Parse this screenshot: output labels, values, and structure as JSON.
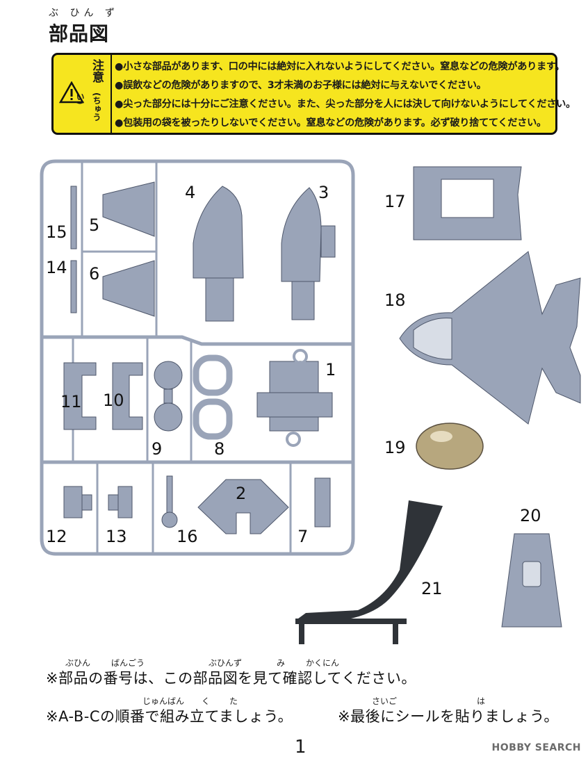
{
  "header": {
    "title_ruby": "ぶ ひん ず",
    "title": "部品図"
  },
  "caution": {
    "icon": "warning-triangle-icon",
    "label": "注意",
    "label_ruby": "(ちゅうい)",
    "lines": [
      "●小さな部品があります、口の中には絶対に入れないようにしてください。窒息などの危険があります。",
      "●誤飲などの危険がありますので、3才未満のお子様には絶対に与えないでください。",
      "●尖った部分には十分にご注意ください。また、尖った部分を人には決して向けないようにしてください。",
      "●包装用の袋を被ったりしないでください。窒息などの危険があります。必ず破り捨ててください。"
    ],
    "colors": {
      "background": "#f6e51f",
      "border": "#111111"
    }
  },
  "parts": {
    "numbers": [
      "1",
      "2",
      "3",
      "4",
      "5",
      "6",
      "7",
      "8",
      "9",
      "10",
      "11",
      "12",
      "13",
      "14",
      "15",
      "16",
      "17",
      "18",
      "19",
      "20",
      "21"
    ],
    "colors": {
      "plastic": "#9aa4b8",
      "plastic_dark": "#6f7a8e",
      "stand": "#2f3338",
      "dome": "#b7a77e"
    }
  },
  "notes": {
    "line1_ruby": [
      "ぶひん",
      "ばんごう",
      "ぶひんず",
      "み",
      "かくにん"
    ],
    "line1": "※部品の番号は、この部品図を見て確認してください。",
    "line2_ruby": [
      "じゅんばん",
      "く",
      "た",
      "さいご",
      "は"
    ],
    "line2a": "※A-B-Cの順番で組み立てましょう。",
    "line2b": "※最後にシールを貼りましょう。"
  },
  "footer": {
    "page": "1",
    "watermark": "HOBBY SEARCH"
  }
}
